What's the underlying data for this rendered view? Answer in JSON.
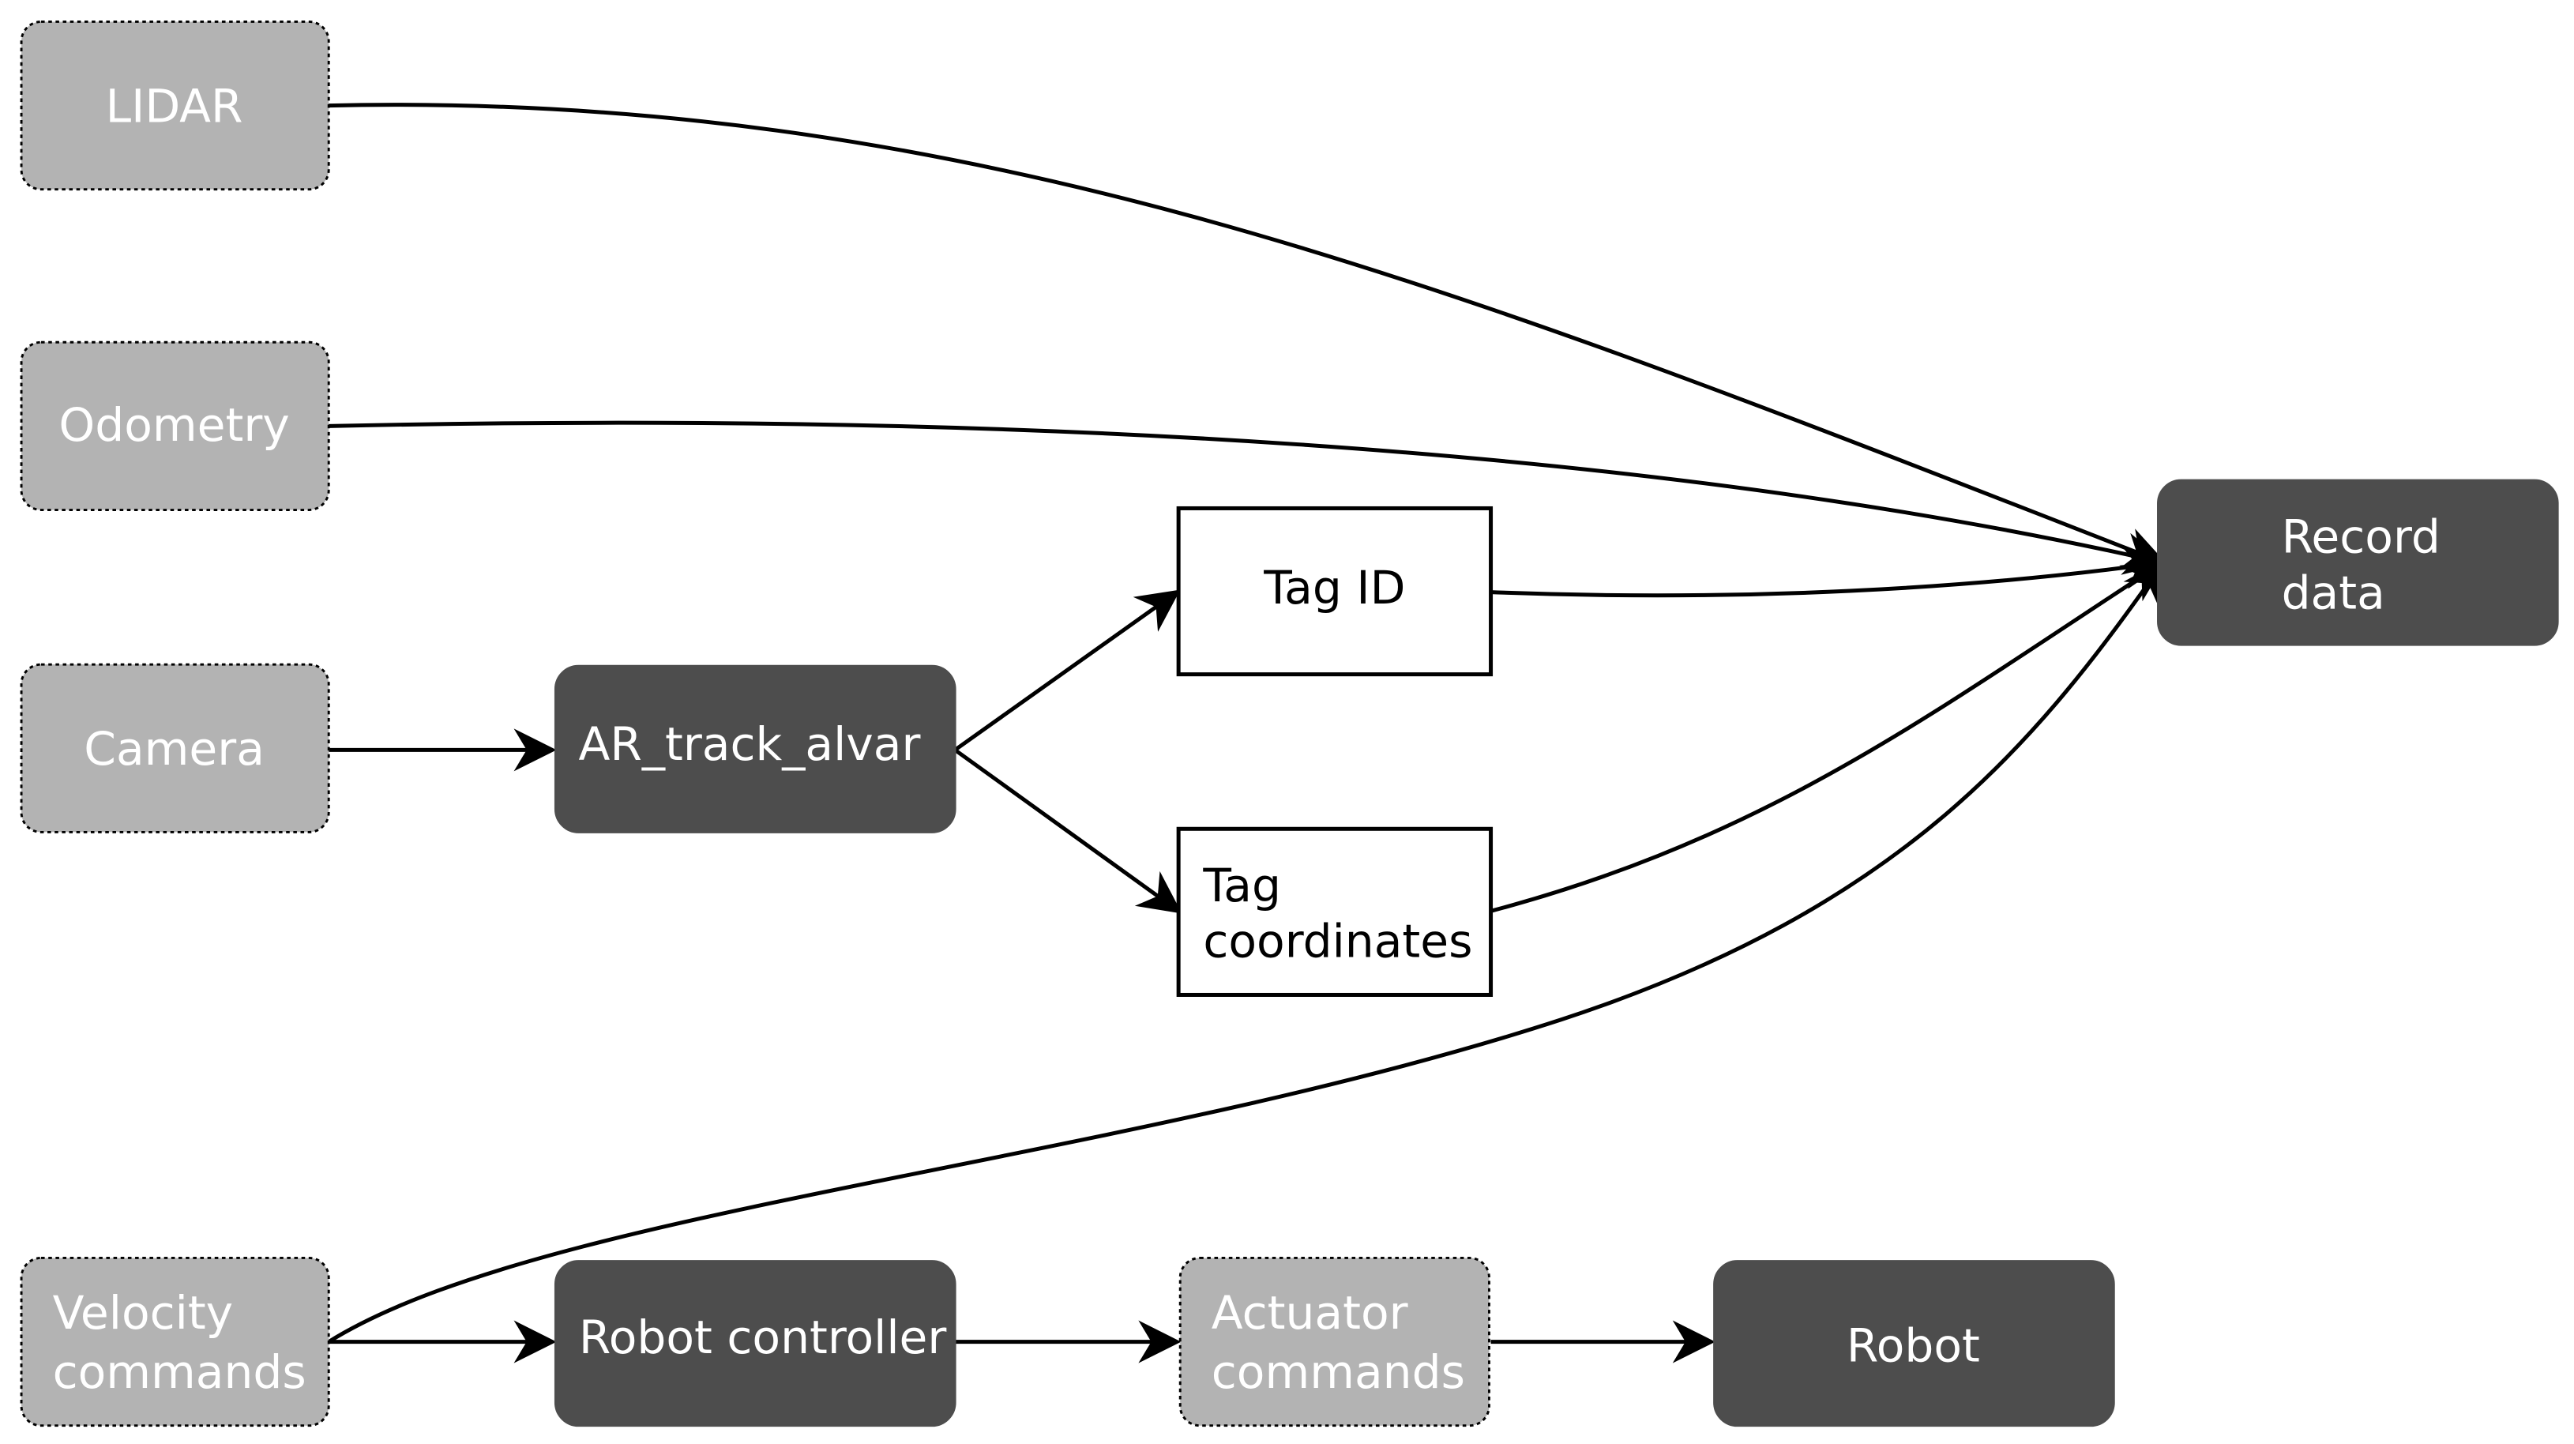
{
  "colors": {
    "input_fill": "#b3b3b3",
    "process_fill": "#4d4d4d",
    "data_fill": "#ffffff",
    "line": "#000000",
    "text_light": "#ffffff",
    "text_dark": "#000000"
  },
  "nodes": {
    "lidar": {
      "lines": [
        "LIDAR"
      ],
      "kind": "input"
    },
    "odometry": {
      "lines": [
        "Odometry"
      ],
      "kind": "input"
    },
    "camera": {
      "lines": [
        "Camera"
      ],
      "kind": "input"
    },
    "velocity": {
      "lines": [
        "Velocity",
        "commands"
      ],
      "kind": "input"
    },
    "ar_track": {
      "lines": [
        "AR_track_alvar"
      ],
      "kind": "process"
    },
    "tag_id": {
      "lines": [
        "Tag ID"
      ],
      "kind": "data"
    },
    "tag_coords": {
      "lines": [
        "Tag",
        "coordinates"
      ],
      "kind": "data"
    },
    "record": {
      "lines": [
        "Record",
        "data"
      ],
      "kind": "process"
    },
    "robot_controller": {
      "lines": [
        "Robot controller"
      ],
      "kind": "process"
    },
    "actuator": {
      "lines": [
        "Actuator",
        "commands"
      ],
      "kind": "input"
    },
    "robot": {
      "lines": [
        "Robot"
      ],
      "kind": "process"
    }
  },
  "edges": [
    {
      "from": "lidar",
      "to": "record"
    },
    {
      "from": "odometry",
      "to": "record"
    },
    {
      "from": "tag_id",
      "to": "record"
    },
    {
      "from": "tag_coords",
      "to": "record"
    },
    {
      "from": "velocity",
      "to": "record"
    },
    {
      "from": "camera",
      "to": "ar_track"
    },
    {
      "from": "ar_track",
      "to": "tag_id"
    },
    {
      "from": "ar_track",
      "to": "tag_coords"
    },
    {
      "from": "velocity",
      "to": "robot_controller"
    },
    {
      "from": "robot_controller",
      "to": "actuator"
    },
    {
      "from": "actuator",
      "to": "robot"
    }
  ]
}
